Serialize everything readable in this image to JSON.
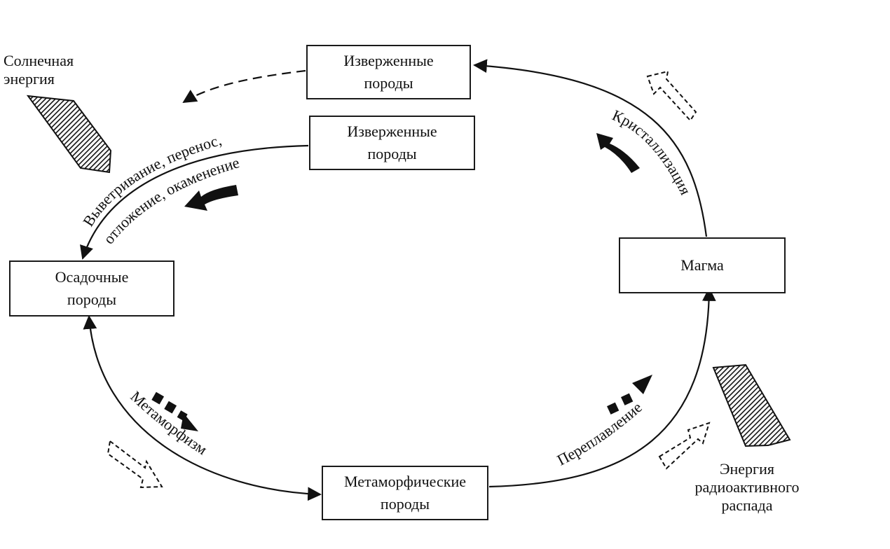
{
  "nodes": {
    "igneous_top": "Изверженные\nпороды",
    "igneous_mid": "Изверженные\nпороды",
    "sedimentary": "Осадочные\nпороды",
    "magma": "Магма",
    "metamorphic": "Метаморфические\nпороды"
  },
  "processes": {
    "weathering_line1": "Выветривание, перенос,",
    "weathering_line2": "отложение, окаменение",
    "crystallization": "Кристаллизация",
    "metamorphism": "Метаморфизм",
    "remelting": "Переплавление"
  },
  "energy": {
    "solar": "Солнечная\nэнергия",
    "radioactive": "Энергия\nрадиоактивного\nраспада"
  },
  "colors": {
    "ink": "#111111",
    "background": "#ffffff"
  }
}
